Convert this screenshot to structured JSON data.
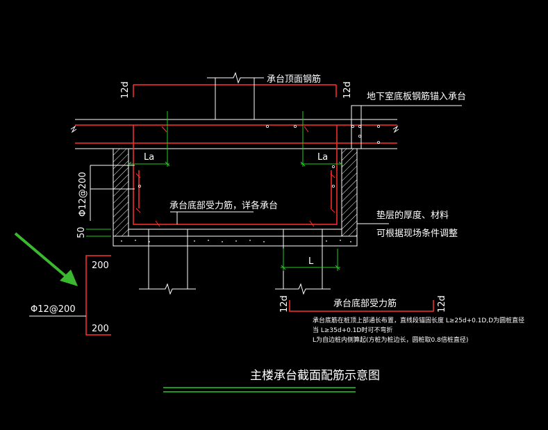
{
  "labels": {
    "top_rebar": "承台顶面钢筋",
    "top_left_12d": "12d",
    "top_right_12d": "12d",
    "basement_rebar": "地下室底板钢筋锚入承台",
    "la_left": "La",
    "la_right": "La",
    "side_rebar": "Φ12@200",
    "bottom_rebar_note": "承台底部受力筋，详各承台",
    "cushion_note_1": "垫层的厚度、材料",
    "cushion_note_2": "可根据现场条件调整",
    "dim_50": "50",
    "detail_200_top": "200",
    "detail_200_bottom": "200",
    "detail_rebar": "Φ12@200",
    "dim_L": "L",
    "bottom_12d_left": "12d",
    "bottom_12d_right": "12d",
    "bottom_main_rebar": "承台底部受力筋",
    "note_line_1": "承台底筋在桩顶上部通长布置，直线段锚固长度 L≥25d+0.1D,D为圆桩直径",
    "note_line_2": "当 L≥35d+0.1D时可不弯折",
    "note_line_3": "L为自边桩内侧算起(方桩为桩边长，圆桩取0.8倍桩直径)",
    "title": "主楼承台截面配筋示意图"
  },
  "colors": {
    "background": "#000000",
    "lines": "#ffffff",
    "rebar": "#ff3030",
    "dimension": "#22cc22",
    "arrow": "#3cb830"
  }
}
